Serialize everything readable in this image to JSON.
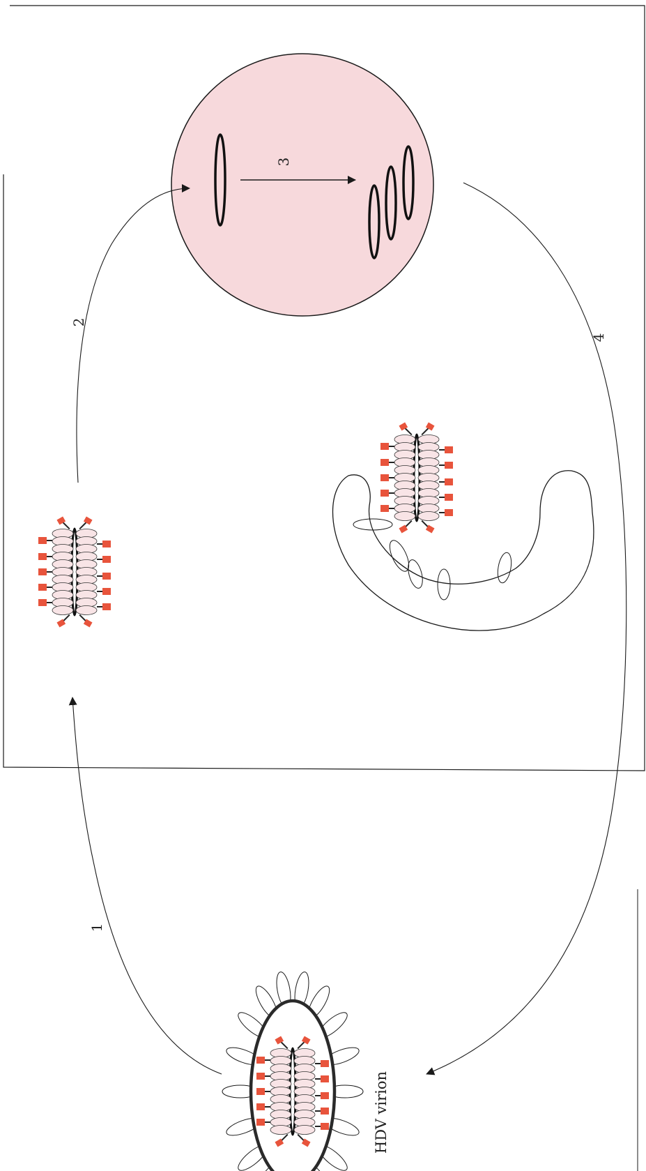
{
  "labels": {
    "step1": "1",
    "step2": "2",
    "step3": "3",
    "step4": "4",
    "virion": "HDV virion"
  },
  "colors": {
    "line": "#1a1a1a",
    "nucleus_fill": "#f7d9dc",
    "antigen_fill": "#f8e4e6",
    "surface_protein": "#e8543c",
    "surface_protein_dark": "#b6402a"
  }
}
